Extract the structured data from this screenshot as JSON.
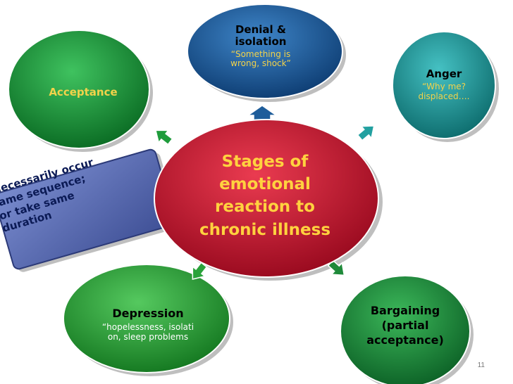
{
  "center": {
    "lines": [
      "Stages of",
      "emotional",
      "reaction to",
      "chronic illness"
    ]
  },
  "denial": {
    "title_lines": [
      "Denial &",
      "isolation"
    ],
    "sub_lines": [
      "“Something  is",
      "wrong, shock”"
    ]
  },
  "anger": {
    "title": "Anger",
    "sub_lines": [
      "“Why me?",
      "displaced…."
    ]
  },
  "acceptance": {
    "title": "Acceptance"
  },
  "depression": {
    "title": "Depression",
    "sub_lines": [
      "“hopelessness, isolati",
      "on, sleep problems"
    ]
  },
  "bargaining": {
    "title_lines": [
      "Bargaining",
      "(partial",
      "acceptance)"
    ]
  },
  "note": {
    "lines": [
      "ot necessarily occur",
      "n same  sequence;",
      "nor take same",
      "duration"
    ]
  },
  "page_number": "11",
  "colors": {
    "denial": "#1d5f9e",
    "anger": "#1f9a9c",
    "acceptance": "#1d9a3c",
    "depression": "#2aa23a",
    "bargaining": "#1f8a3a",
    "center": "#c8102e",
    "note_box": "#5b6fb8"
  }
}
